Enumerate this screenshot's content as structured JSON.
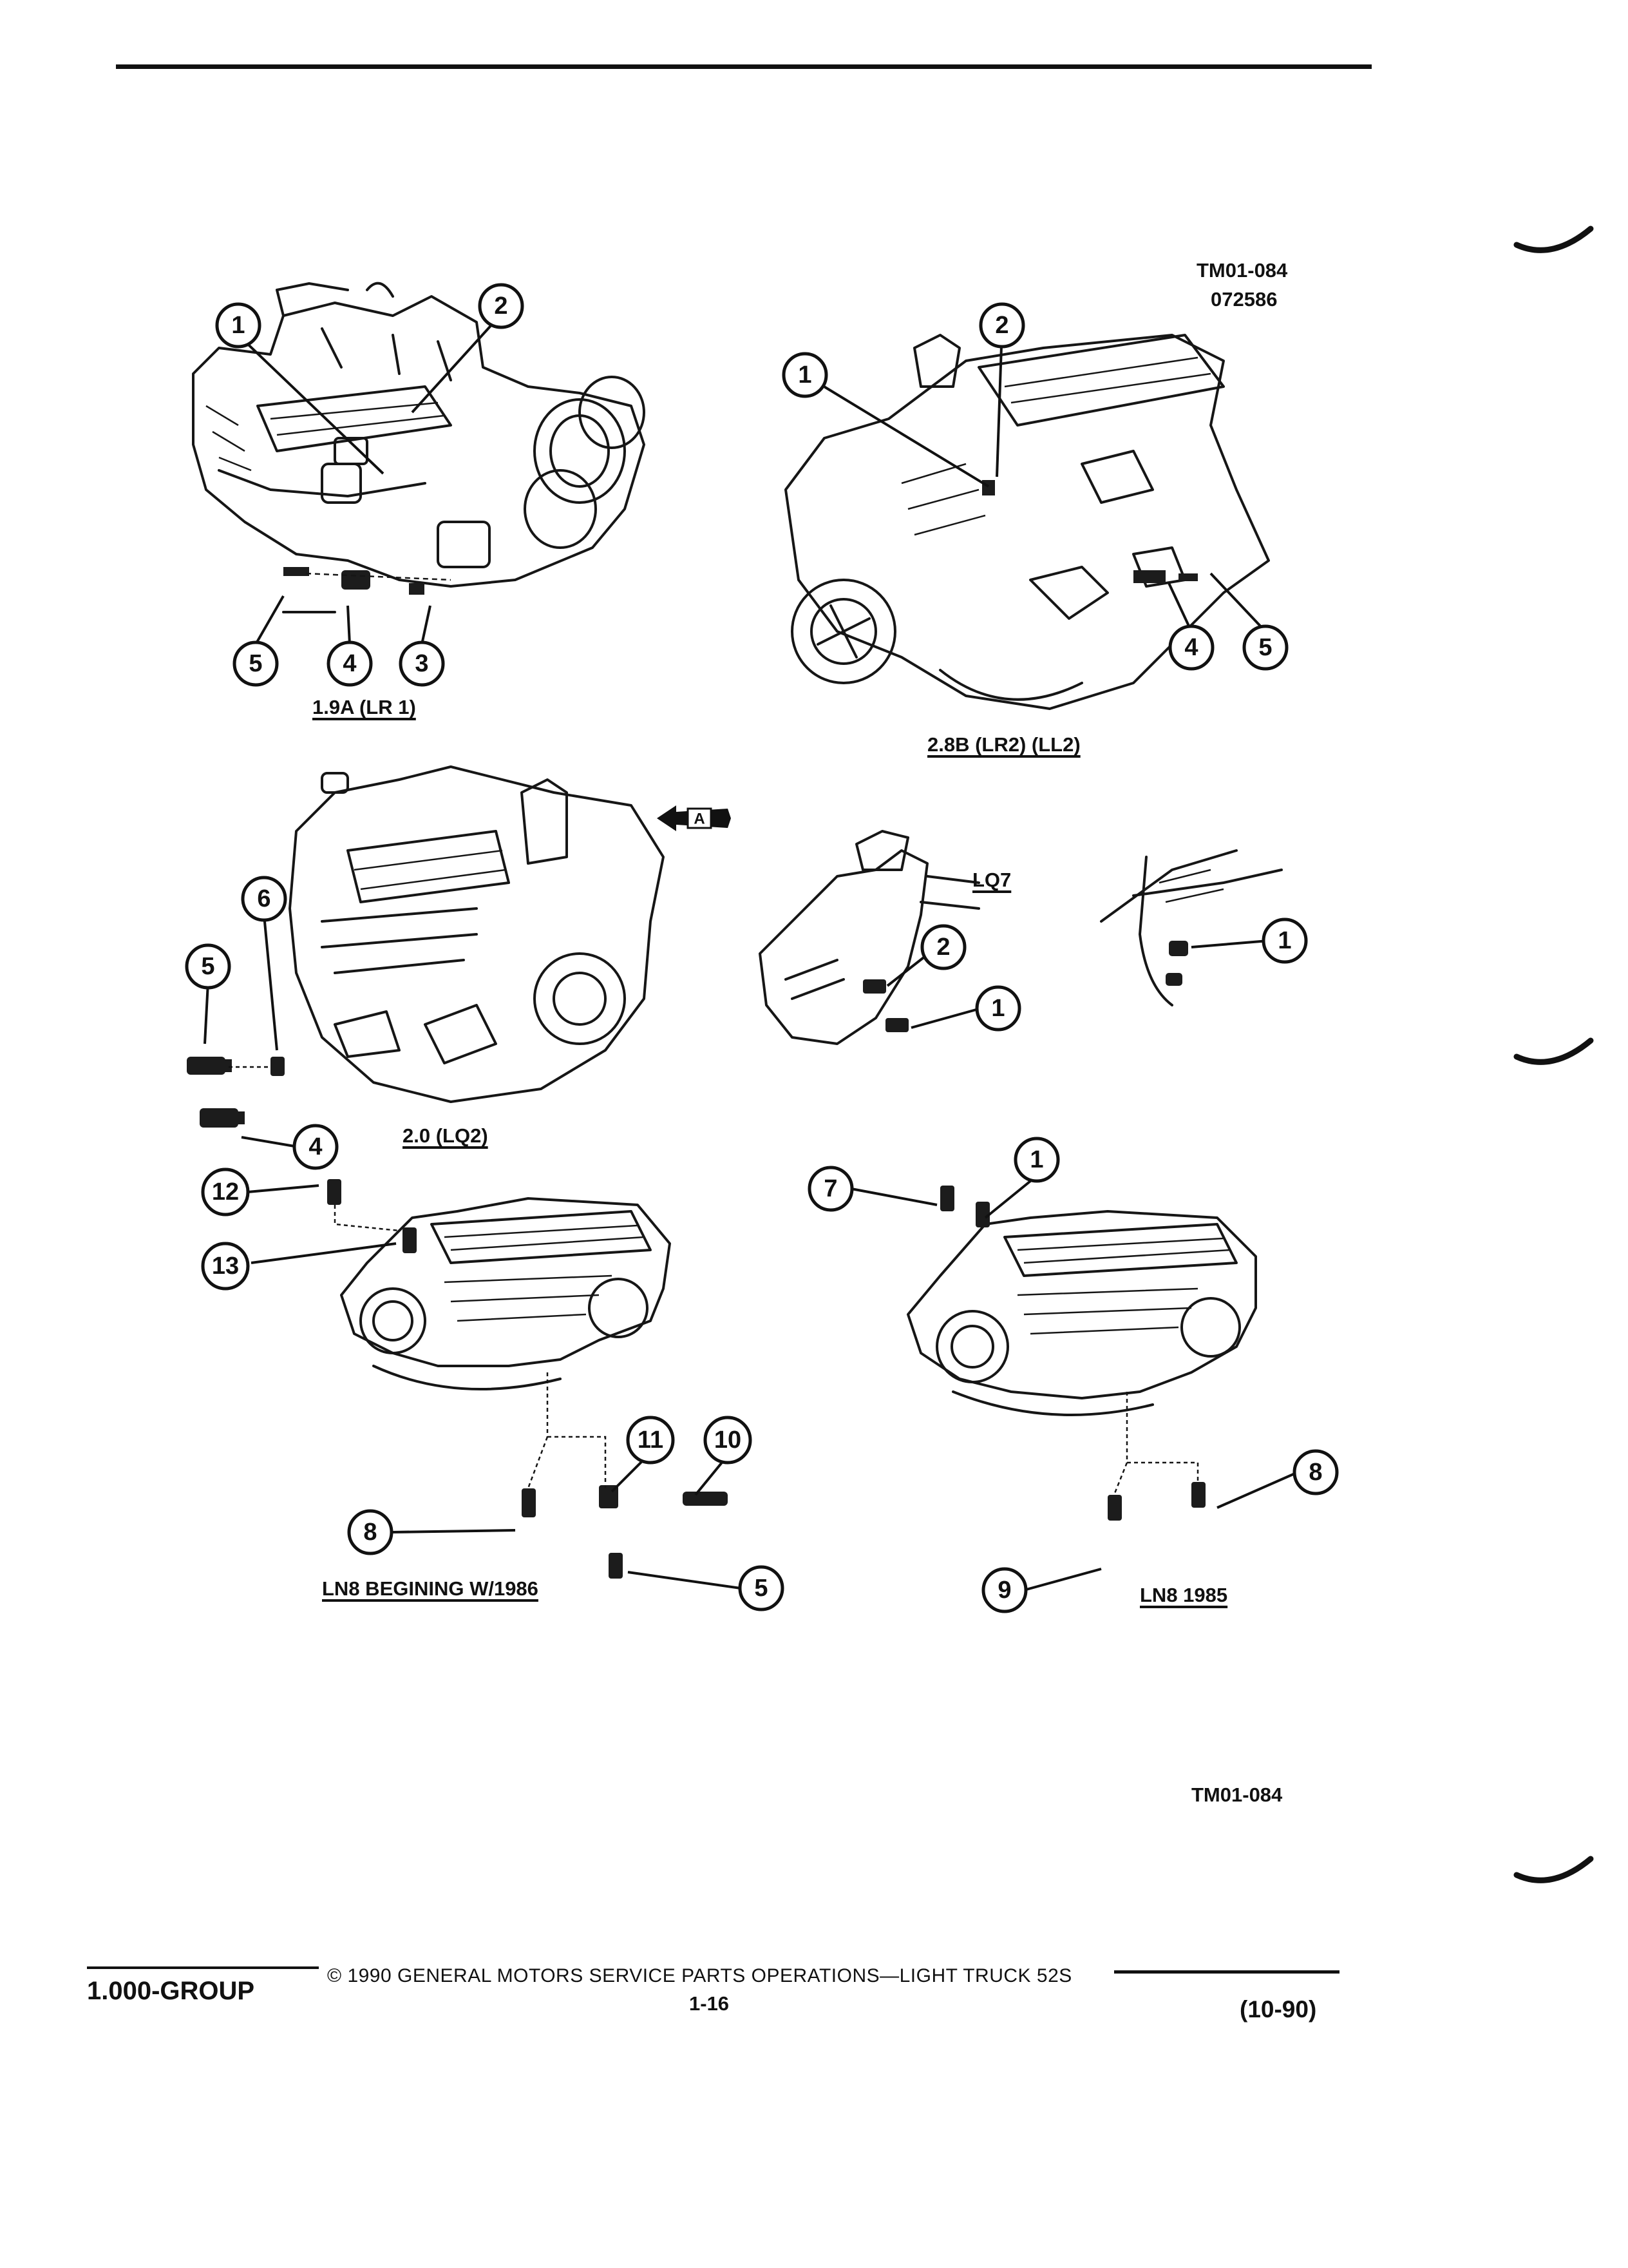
{
  "header": {
    "code_top": "TM01-084",
    "code_date": "072586"
  },
  "figures": [
    {
      "id": "lr1",
      "label": "1.9A (LR 1)",
      "callouts": [
        "1",
        "2",
        "3",
        "4",
        "5"
      ]
    },
    {
      "id": "lr2",
      "label": "2.8B (LR2) (LL2)",
      "callouts": [
        "1",
        "2",
        "4",
        "5"
      ]
    },
    {
      "id": "lq2",
      "label": "2.0 (LQ2)",
      "callouts": [
        "4",
        "5",
        "6"
      ]
    },
    {
      "id": "lq7",
      "label": "LQ7",
      "callouts": [
        "1",
        "2",
        "1"
      ]
    },
    {
      "id": "ln8_1986",
      "label": "LN8 BEGINING  W/1986",
      "callouts": [
        "12",
        "13",
        "11",
        "10",
        "8",
        "5"
      ]
    },
    {
      "id": "ln8_1985",
      "label": "LN8  1985",
      "callouts": [
        "7",
        "1",
        "8",
        "9"
      ]
    }
  ],
  "view_arrow": "A",
  "code_bottom": "TM01-084",
  "footer": {
    "group": "1.000-GROUP",
    "copyright": "© 1990 GENERAL MOTORS SERVICE PARTS OPERATIONS—LIGHT TRUCK 52S",
    "page": "1-16",
    "revision": "(10-90)"
  },
  "colors": {
    "ink": "#111111",
    "paper": "#ffffff"
  }
}
